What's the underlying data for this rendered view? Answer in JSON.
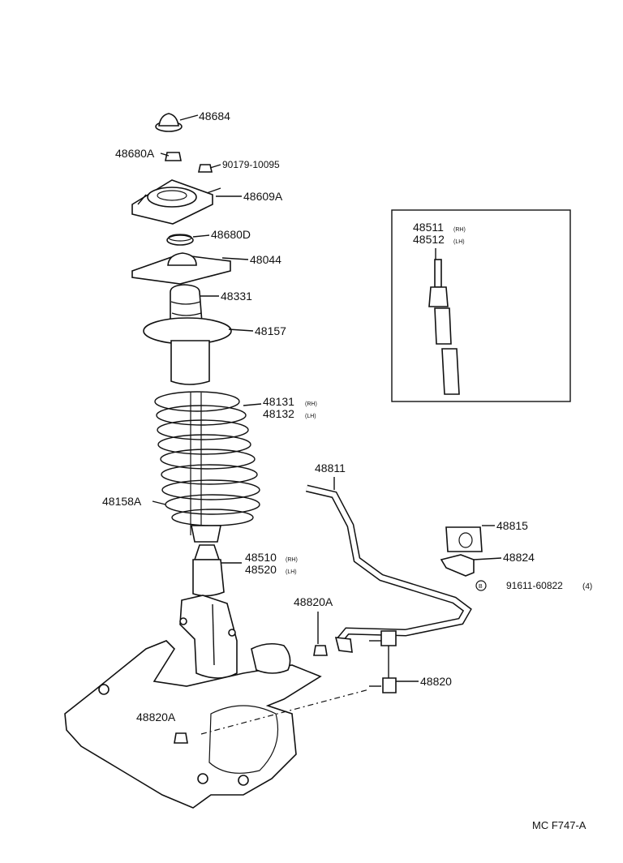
{
  "labels": {
    "p48684": "48684",
    "p48680A": "48680A",
    "p90179": "90179-10095",
    "p48609A": "48609A",
    "p48680D": "48680D",
    "p48044": "48044",
    "p48331": "48331",
    "p48157": "48157",
    "p48131": "48131",
    "p48131_side": "(RH)",
    "p48132": "48132",
    "p48132_side": "(LH)",
    "p48158A": "48158A",
    "p48510": "48510",
    "p48510_side": "(RH)",
    "p48520": "48520",
    "p48520_side": "(LH)",
    "p48511": "48511",
    "p48511_side": "(RH)",
    "p48512": "48512",
    "p48512_side": "(LH)",
    "p48811": "48811",
    "p48815": "48815",
    "p48824": "48824",
    "p91611": "91611-60822",
    "p91611_qty": "(4)",
    "p48820A_top": "48820A",
    "p48820": "48820",
    "p48820A_bottom": "48820A",
    "bolt_marker": "B",
    "drawing_code": "MC F747-A"
  }
}
